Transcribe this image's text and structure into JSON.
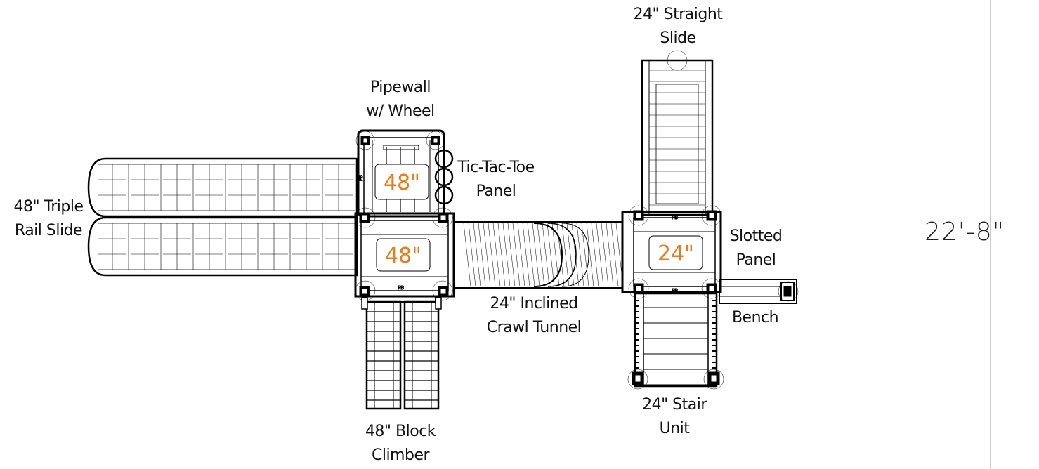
{
  "labels": {
    "straight_slide": [
      "24\" Straight",
      "Slide"
    ],
    "pipewall": [
      "Pipewall",
      "w/ Wheel"
    ],
    "tic_tac_toe": [
      "Tic-Tac-Toe",
      "Panel"
    ],
    "triple_rail_slide": [
      "48\" Triple",
      "Rail Slide"
    ],
    "slotted_panel": [
      "Slotted",
      "Panel"
    ],
    "bench": "Bench",
    "crawl_tunnel": [
      "24\" Inclined",
      "Crawl Tunnel"
    ],
    "stair_unit": [
      "24\" Stair",
      "Unit"
    ],
    "block_climber": [
      "48\" Block",
      "Climber"
    ]
  },
  "decks": {
    "upper_left": "48\"",
    "lower_left": "48\"",
    "right": "24\""
  },
  "dimension": "22'-8\"",
  "colors": {
    "line": "#000000",
    "deck_label": "#f07b16",
    "dimension_line": "#bbbbbb"
  }
}
